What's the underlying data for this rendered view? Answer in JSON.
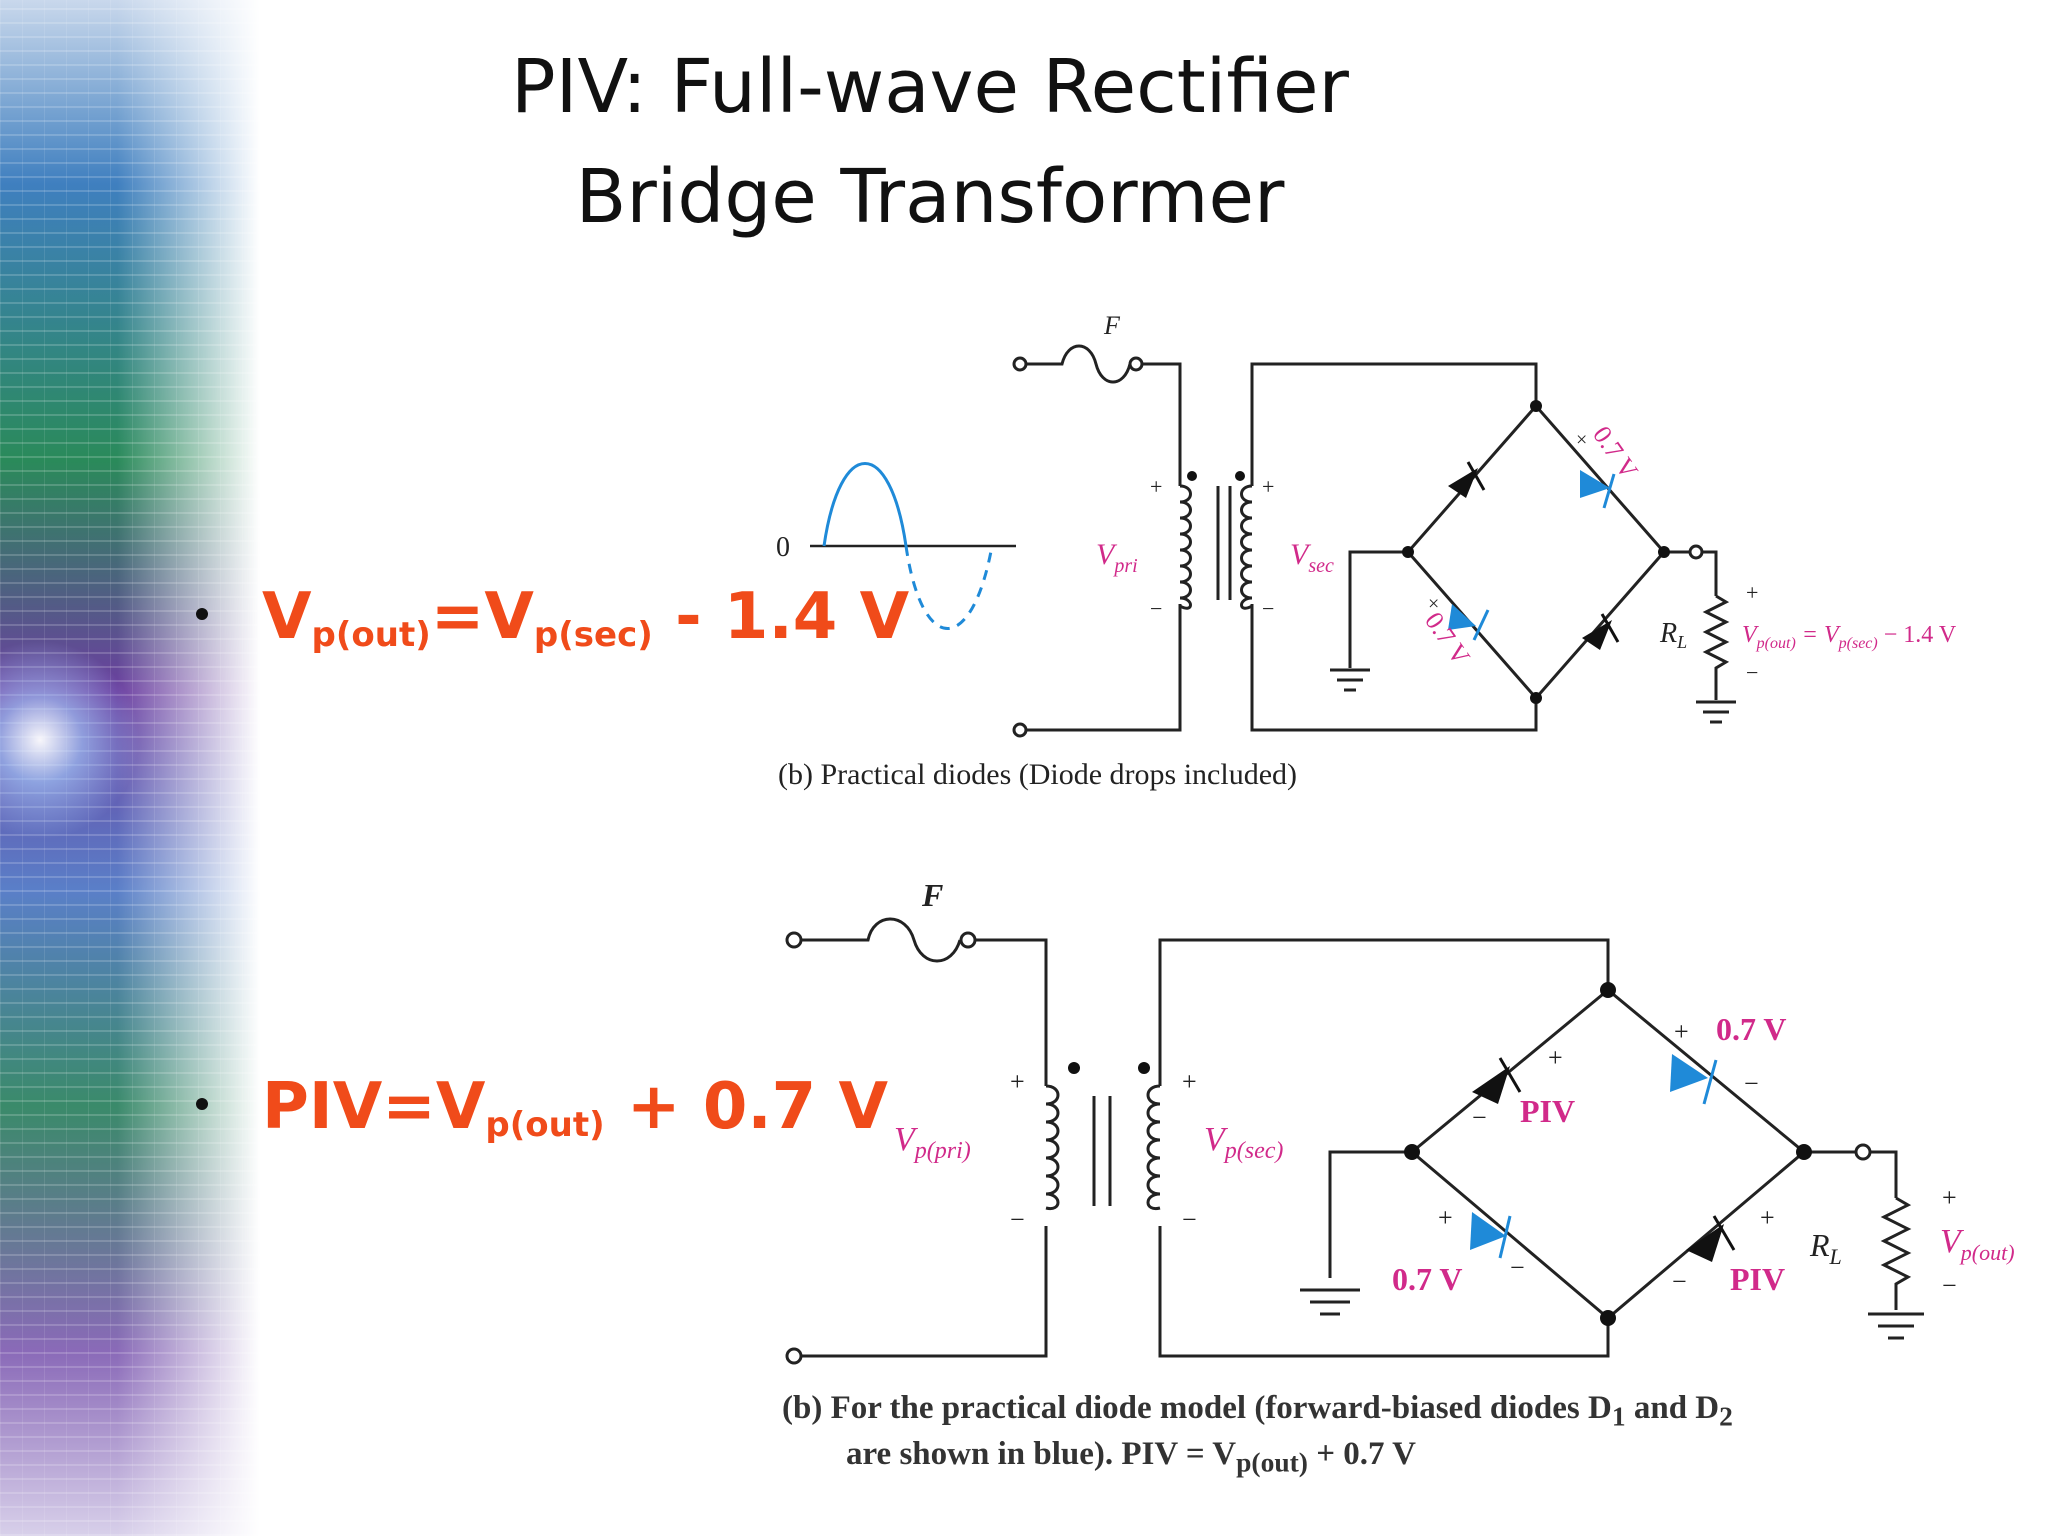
{
  "title": {
    "line1": "PIV: Full-wave Rectifier",
    "line2": "Bridge Transformer"
  },
  "bullets": [
    {
      "main": "V",
      "sub1": "p(out)",
      "mid": "=V",
      "sub2": "p(sec)",
      "tail": " - 1.4 V"
    },
    {
      "main": "PIV=V",
      "sub1": "p(out)",
      "tail": " + 0.7 V"
    }
  ],
  "colors": {
    "bullet_text": "#f04b1a",
    "label_magenta": "#d12a8a",
    "diode_blue": "#1f8ad8",
    "title_text": "#111111"
  },
  "figure1": {
    "fuse_label": "F",
    "zero_label": "0",
    "vpri_label": "V",
    "vpri_sub": "pri",
    "vsec_label": "V",
    "vsec_sub": "sec",
    "plus": "+",
    "minus": "−",
    "cross": "×",
    "drop_top": "0.7 V",
    "drop_bottom": "0.7 V",
    "rl_label": "R",
    "rl_sub": "L",
    "vout_label": "V",
    "vout_sub": "p(out)",
    "vout_eq": " = V",
    "vout_eq_sub": "p(sec)",
    "vout_tail": " − 1.4 V",
    "caption": "(b) Practical diodes (Diode drops included)"
  },
  "figure2": {
    "fuse_label": "F",
    "vpri_label": "V",
    "vpri_sub": "p(pri)",
    "vsec_label": "V",
    "vsec_sub": "p(sec)",
    "plus": "+",
    "minus": "−",
    "drop_top": "0.7 V",
    "drop_bottom": "0.7 V",
    "piv_top": "PIV",
    "piv_bottom": "PIV",
    "rl_label": "R",
    "rl_sub": "L",
    "vout_label": "V",
    "vout_sub": "p(out)",
    "caption_line1": "(b) For the practical diode model (forward-biased diodes D",
    "caption_sub1": "1",
    "caption_and": " and D",
    "caption_sub2": "2",
    "caption_line2": "are shown in blue). PIV = V",
    "caption_sub3": "p(out)",
    "caption_tail": " + 0.7 V"
  }
}
